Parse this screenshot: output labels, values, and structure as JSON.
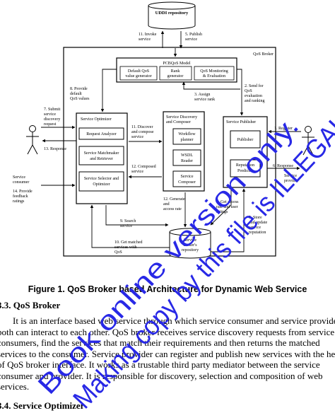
{
  "figure": {
    "uddi": "UDDI repository",
    "qos_broker": "QoS Broker",
    "pcbqos": {
      "title": "PCBQoS Model",
      "cells": [
        "Default QoS",
        "value generator",
        "Rank",
        "generator",
        "QoS Monitoring",
        "& Evaluation"
      ]
    },
    "optimizer": {
      "title": "Service Optimizer",
      "boxes": [
        [
          "Request Analyzer"
        ],
        [
          "Service Matchmaker",
          "and Retriever"
        ],
        [
          "Service Selector and",
          "Optimizer"
        ]
      ]
    },
    "discovery": {
      "title": [
        "Service Discovery",
        "and Composer"
      ],
      "boxes": [
        [
          "Workflow",
          "planner"
        ],
        [
          "WSDL",
          "Reader"
        ],
        [
          "Service",
          "Composer"
        ]
      ]
    },
    "publisher": {
      "title": "Service Publisher",
      "boxes": [
        [
          "Publisher"
        ],
        [
          "Reputation",
          "Predictor"
        ]
      ]
    },
    "broker_repo": [
      "Service",
      "broker's",
      "repository"
    ],
    "consumer": [
      "Service",
      "consumer"
    ],
    "provider": [
      "Service",
      "provider"
    ],
    "arrows": [
      [
        "1. Register"
      ],
      [
        "2. Send for",
        "QoS",
        "evaluation",
        "and ranking"
      ],
      [
        "3. Assign",
        "service rank"
      ],
      [
        "4. Get access",
        "rate and user",
        "ratings"
      ],
      [
        "5. Store",
        "and update",
        "service",
        "reputation"
      ],
      [
        "6. Response"
      ],
      [
        "7. Submit",
        "service",
        "discovery",
        "request"
      ],
      [
        "8. Provide",
        "default",
        "QoS values"
      ],
      [
        "9. Search",
        "service"
      ],
      [
        "10. Get matched",
        "services with",
        "QoS"
      ],
      [
        "11. Discover",
        "and compose",
        "service"
      ],
      [
        "12. Composed",
        "service"
      ],
      [
        "12. Generate",
        "and",
        "access rate"
      ],
      [
        "13. Response"
      ],
      [
        "14. Provide",
        "feedback",
        "ratings"
      ],
      [
        "11. Invoke",
        "service"
      ],
      [
        "5. Publish",
        "service"
      ]
    ]
  },
  "caption": "Figure 1. QoS Broker based Architecture for Dynamic Web Service",
  "section_33": "3.3. QoS Broker",
  "paragraph_lines": [
    "It is an interface based web service through which service consumer and service provider",
    "both can interact to each other. QoS broker receives service discovery requests from service",
    "consumers, find the services that match their requirements and then returns the matched",
    "services to the consumer. Service provider can register and publish new services with the help",
    "of QoS broker interface. It works as a trustable third party mediator between the service",
    "consumer and provider. It is responsible for discovery, selection and composition of web",
    "services."
  ],
  "section_34": "3.4. Service Optimizer",
  "watermark": [
    "Book online version only.",
    "Making copy by this file is ILLEGAL."
  ]
}
